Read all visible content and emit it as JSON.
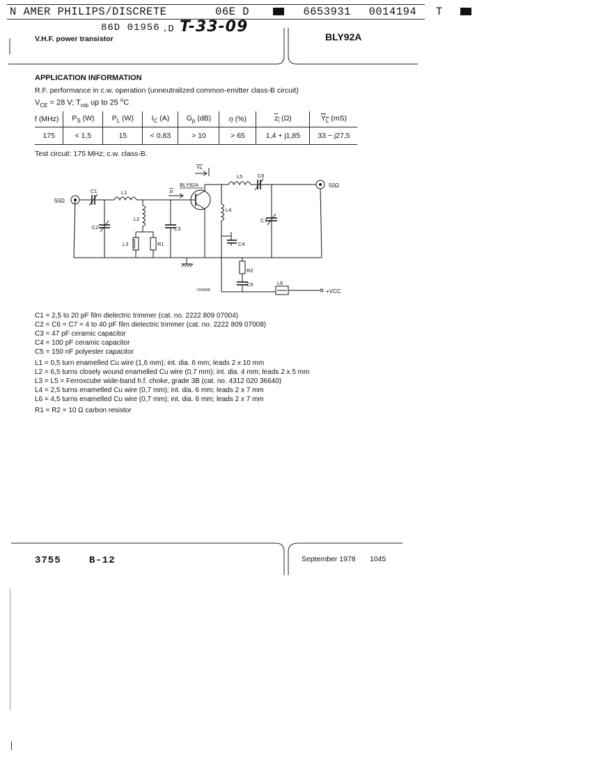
{
  "header": {
    "banner_left": "N AMER PHILIPS/DISCRETE",
    "banner_code": "06E D",
    "banner_num1": "6653931",
    "banner_num2": "0014194",
    "banner_t": "T",
    "doc_code": "86D 01956",
    "stamp": "T-33-09",
    "stamp_prefix": ".D",
    "subtitle": "V.H.F. power transistor",
    "part_number": "BLY92A"
  },
  "application": {
    "heading": "APPLICATION INFORMATION",
    "rf_performance": "R.F. performance in c.w. operation (unneutralized common-emitter class-B circuit)",
    "conditions": "V_CE = 28 V; T_mb up to 25 °C",
    "table": {
      "headers": [
        "f (MHz)",
        "PS (W)",
        "PL (W)",
        "IC (A)",
        "Gp (dB)",
        "η (%)",
        "zi (Ω)",
        "YL (mS)"
      ],
      "rows": [
        [
          "175",
          "< 1,5",
          "15",
          "< 0,83",
          "> 10",
          "> 65",
          "1,4 + j1,85",
          "33 − j27,5"
        ]
      ]
    },
    "test_circuit": "Test circuit: 175 MHz; c.w. class-B."
  },
  "circuit": {
    "labels": {
      "in_50": "50Ω",
      "out_50": "50Ω",
      "c1": "C1",
      "c2": "C2",
      "c3": "C3",
      "c4": "C4",
      "c5": "C5",
      "c6": "C6",
      "c7": "C7",
      "l1": "L1",
      "l2": "L2",
      "l3": "L3",
      "l4": "L4",
      "l5": "L5",
      "l6": "L6",
      "r1": "R1",
      "r2": "R2",
      "transistor": "BLY92A",
      "yl": "YL",
      "zi": "zi",
      "vcc": "+VCC",
      "drawing_no": "7Z60968"
    }
  },
  "components": [
    "C1 = 2,5 to 20 pF film dielectric trimmer (cat. no. 2222 809 07004)",
    "C2 = C6 = C7 = 4 to 40 pF film dielectric trimmer (cat. no. 2222 809 07008)",
    "C3 = 47 pF ceramic capacitor",
    "C4 = 100 pF ceramic capacitor",
    "C5 = 150 nF polyester capacitor",
    "L1 = 0,5 turn enamelled Cu wire (1,6 mm); int. dia. 6 mm; leads 2 x 10 mm",
    "L2 = 6,5 turns closely wound enamelled Cu wire (0,7 mm); int. dia. 4 mm; leads 2 x 5 mm",
    "L3 = L5 = Ferroxcube wide-band h.f. choke, grade 3B (cat. no. 4312 020 36640)",
    "L4 = 2,5 turns enamelled Cu wire (0,7 mm); int. dia. 6 mm; leads 2 x 7 mm",
    "L6 = 4,5 turns enamelled Cu wire (0,7 mm); int. dia. 6 mm; leads 2 x 7 mm",
    "R1 = R2 = 10 Ω carbon resistor"
  ],
  "footer": {
    "number": "3755",
    "page_code": "B-12",
    "date": "September 1978",
    "page": "1045"
  }
}
